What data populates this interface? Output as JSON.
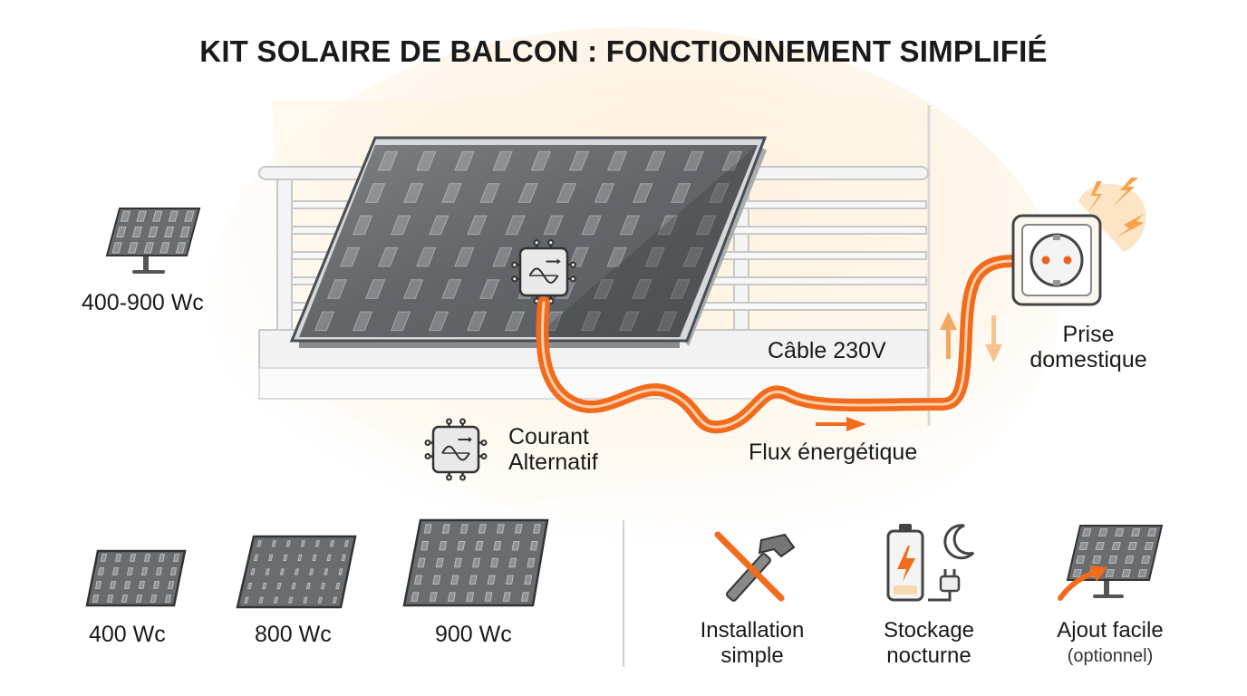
{
  "title": "KIT SOLAIRE DE BALCON : FONCTIONNEMENT SIMPLIFIÉ",
  "power_range": "400-900 Wc",
  "cable_label": "Câble 230V",
  "socket_label": [
    "Prise",
    "domestique"
  ],
  "inverter_label": [
    "Courant",
    "Alternatif"
  ],
  "flow_label": "Flux énergétique",
  "panel_sizes": [
    "400 Wc",
    "800 Wc",
    "900 Wc"
  ],
  "features": [
    {
      "line1": "Installation",
      "line2": "simple",
      "icon": "crossed-hammer-icon"
    },
    {
      "line1": "Stockage",
      "line2": "nocturne",
      "icon": "battery-moon-icon"
    },
    {
      "line1": "Ajout facile",
      "line2": "(optionnel)",
      "icon": "panel-add-icon"
    }
  ],
  "colors": {
    "accent": "#f26a1b",
    "panel": "#5a5d61",
    "frame": "#cfd1d3",
    "glow": "#fbe3c2"
  }
}
